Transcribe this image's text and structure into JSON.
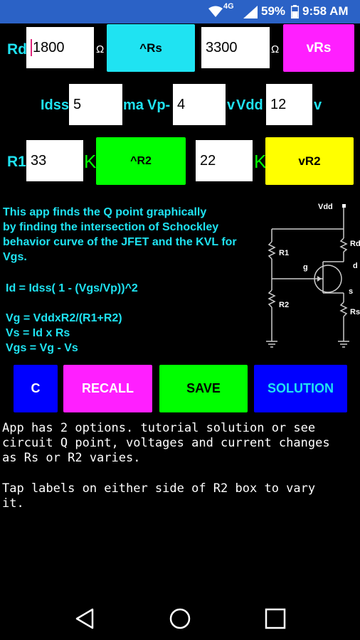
{
  "status_bar": {
    "network": "4G",
    "battery": "59%",
    "time": "9:58 AM"
  },
  "row1": {
    "rd_label": "Rd",
    "rd_value": "1800",
    "rd_unit": "Ω",
    "rs_up_label": "^Rs",
    "rs_value": "3300",
    "rs_unit": "Ω",
    "rs_down_label": "vRs"
  },
  "row2": {
    "idss_label": "Idss",
    "idss_value": "5",
    "idss_unit": "ma",
    "vp_label": "Vp-",
    "vp_value": "4",
    "vp_unit": "v",
    "vdd_label": "Vdd",
    "vdd_value": "12",
    "vdd_unit": "v"
  },
  "row3": {
    "r1_label": "R1",
    "r1_value": "33",
    "r1_unit": "K",
    "r2_up_label": "^R2",
    "r2_value": "22",
    "r2_unit": "K",
    "r2_down_label": "vR2"
  },
  "description": {
    "lines": [
      "This app finds the Q point graphically",
      "by finding the intersection of Schockley",
      "behavior curve of the JFET and the KVL for",
      "Vgs."
    ],
    "eq1": "Id = Idss( 1 - (Vgs/Vp))^2",
    "eq2": "Vg = VddxR2/(R1+R2)",
    "eq3": "Vs = Id x Rs",
    "eq4": "Vgs = Vg - Vs"
  },
  "circuit": {
    "vdd": "Vdd",
    "r1": "R1",
    "r2": "R2",
    "rd": "Rd",
    "rs": "Rs",
    "g": "g",
    "d": "d",
    "s": "s"
  },
  "buttons": {
    "clear": "C",
    "recall": "RECALL",
    "save": "SAVE",
    "solution": "SOLUTION"
  },
  "info": {
    "line1": "App has 2 options. tutorial solution or see",
    "line2": "circuit Q point, voltages and current changes",
    "line3": "as Rs or R2 varies.",
    "line4": "Tap labels on either side of R2 box to vary",
    "line5": "it."
  },
  "colors": {
    "cyan": "#1fe3f2",
    "magenta": "#ff1fff",
    "green": "#00ff00",
    "yellow": "#ffff00",
    "blue": "#0000ff",
    "statusbar": "#2b62c6"
  }
}
